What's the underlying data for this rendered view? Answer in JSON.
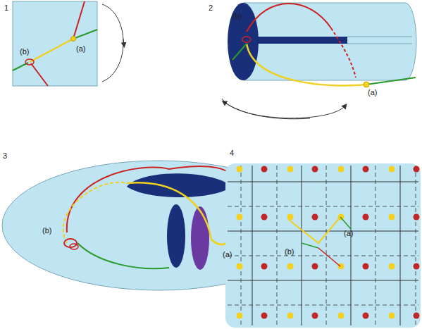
{
  "diagram": {
    "labels": [
      "1",
      "(a)",
      "(b)",
      "2",
      "(b)",
      "(a)",
      "3",
      "(b)",
      "(a)",
      "4",
      "(a)",
      "(b)"
    ]
  }
}
